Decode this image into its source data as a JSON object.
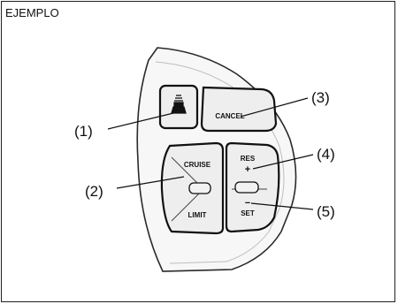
{
  "figure": {
    "corner_label": "EJEMPLO",
    "callouts": [
      "(1)",
      "(2)",
      "(3)",
      "(4)",
      "(5)"
    ],
    "buttons": {
      "icon_button": "cruise-distance-icon",
      "cancel": "CANCEL",
      "cruise": "CRUISE",
      "limit": "LIMIT",
      "res": "RES",
      "plus": "+",
      "minus": "−",
      "set": "SET"
    }
  }
}
